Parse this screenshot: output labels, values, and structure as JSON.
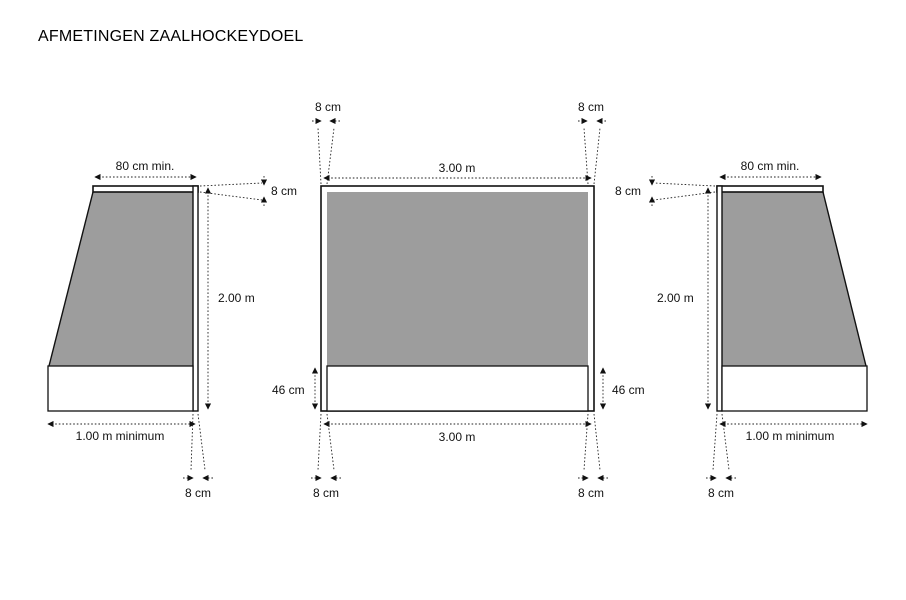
{
  "title": "AFMETINGEN ZAALHOCKEYDOEL",
  "left_view": {
    "top_depth": "80 cm min.",
    "bar_width": "8 cm",
    "height": "2.00 m",
    "bottom_depth": "1.00 m minimum",
    "post_width": "8 cm"
  },
  "front_view": {
    "left_post_top": "8 cm",
    "right_post_top": "8 cm",
    "top_width": "3.00 m",
    "left_board_height": "46 cm",
    "right_board_height": "46 cm",
    "bottom_width": "3.00 m",
    "left_post_bottom": "8 cm",
    "right_post_bottom": "8 cm"
  },
  "right_view": {
    "top_depth": "80 cm min.",
    "bar_width": "8 cm",
    "height": "2.00 m",
    "bottom_depth": "1.00 m minimum",
    "post_width": "8 cm"
  }
}
